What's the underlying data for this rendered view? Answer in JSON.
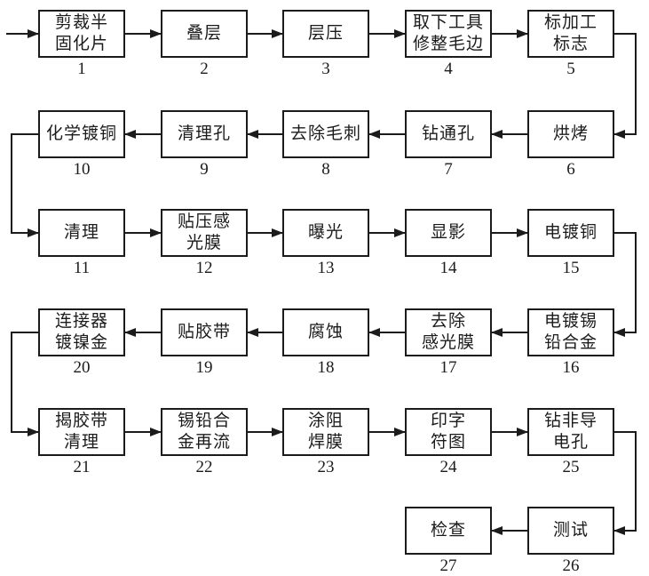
{
  "diagram": {
    "type": "flowchart",
    "description_colors": {
      "line": "#1b1b1b",
      "box_fill": "#ffffff",
      "background": "#ffffff"
    }
  },
  "nodes": [
    {
      "id": 1,
      "label": "剪裁半\n固化片"
    },
    {
      "id": 2,
      "label": "叠层"
    },
    {
      "id": 3,
      "label": "层压"
    },
    {
      "id": 4,
      "label": "取下工具\n修整毛边"
    },
    {
      "id": 5,
      "label": "标加工\n标志"
    },
    {
      "id": 6,
      "label": "烘烤"
    },
    {
      "id": 7,
      "label": "钻通孔"
    },
    {
      "id": 8,
      "label": "去除毛刺"
    },
    {
      "id": 9,
      "label": "清理孔"
    },
    {
      "id": 10,
      "label": "化学镀铜"
    },
    {
      "id": 11,
      "label": "清理"
    },
    {
      "id": 12,
      "label": "贴压感\n光膜"
    },
    {
      "id": 13,
      "label": "曝光"
    },
    {
      "id": 14,
      "label": "显影"
    },
    {
      "id": 15,
      "label": "电镀铜"
    },
    {
      "id": 16,
      "label": "电镀锡\n铅合金"
    },
    {
      "id": 17,
      "label": "去除\n感光膜"
    },
    {
      "id": 18,
      "label": "腐蚀"
    },
    {
      "id": 19,
      "label": "贴胶带"
    },
    {
      "id": 20,
      "label": "连接器\n镀镍金"
    },
    {
      "id": 21,
      "label": "揭胶带\n清理"
    },
    {
      "id": 22,
      "label": "锡铅合\n金再流"
    },
    {
      "id": 23,
      "label": "涂阻\n焊膜"
    },
    {
      "id": 24,
      "label": "印字\n符图"
    },
    {
      "id": 25,
      "label": "钻非导\n电孔"
    },
    {
      "id": 26,
      "label": "测试"
    },
    {
      "id": 27,
      "label": "检查"
    }
  ],
  "edges": [
    [
      "start",
      "1"
    ],
    [
      "1",
      "2"
    ],
    [
      "2",
      "3"
    ],
    [
      "3",
      "4"
    ],
    [
      "4",
      "5"
    ],
    [
      "5",
      "6"
    ],
    [
      "6",
      "7"
    ],
    [
      "7",
      "8"
    ],
    [
      "8",
      "9"
    ],
    [
      "9",
      "10"
    ],
    [
      "10",
      "11"
    ],
    [
      "11",
      "12"
    ],
    [
      "12",
      "13"
    ],
    [
      "13",
      "14"
    ],
    [
      "14",
      "15"
    ],
    [
      "15",
      "16"
    ],
    [
      "16",
      "17"
    ],
    [
      "17",
      "18"
    ],
    [
      "18",
      "19"
    ],
    [
      "19",
      "20"
    ],
    [
      "20",
      "21"
    ],
    [
      "21",
      "22"
    ],
    [
      "22",
      "23"
    ],
    [
      "23",
      "24"
    ],
    [
      "24",
      "25"
    ],
    [
      "25",
      "26"
    ],
    [
      "26",
      "27"
    ]
  ]
}
